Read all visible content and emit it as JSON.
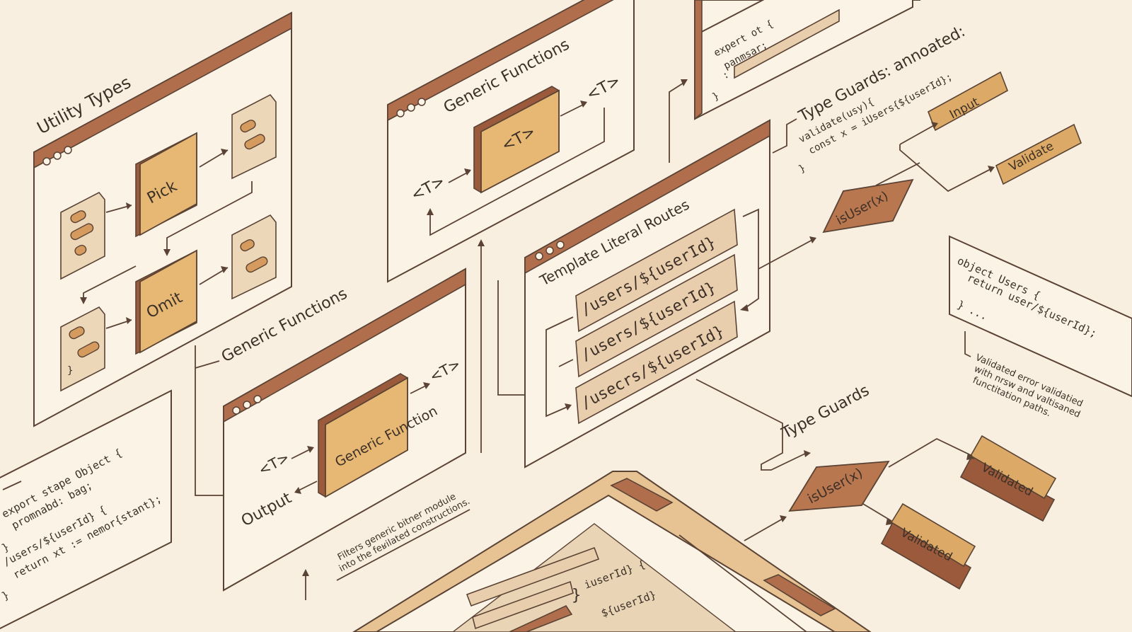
{
  "panels": {
    "utility_types": {
      "title": "Utility Types",
      "pick": "Pick",
      "omit": "Omit",
      "brace": "}"
    },
    "generic_functions_top": {
      "title": "Generic Functions",
      "t_box": "<T>",
      "t_in": "<T>",
      "t_out": "<T>"
    },
    "generic_functions_mid": {
      "label": "Generic Functions",
      "box": "Generic Function",
      "t_in": "<T>",
      "t_out": "<T>",
      "output": "Output",
      "caption_1": "Filters generic bitner module",
      "caption_2": "into the feʁilated constructions."
    },
    "top_code": {
      "line1": "expert ot {",
      "line2": "panmsar;",
      "line3": ":",
      "line4": "}"
    },
    "template_routes": {
      "title": "Template Literal Routes",
      "routes": [
        "/users/${userId}",
        "/users/${userId}",
        "/usecrs/${userId}"
      ]
    },
    "type_guards_annotated": {
      "title": "Type Guards: annoated:",
      "code1": "validate(usy){",
      "code2": "const x = iUsers{${userId};",
      "code3": "}",
      "input": "Input",
      "validate": "Validate",
      "isuser": "isUser(x)"
    },
    "object_users": {
      "code1": "object Users {",
      "code2": "return user/${userId};",
      "code3": "} ...",
      "caption_1": "Validated error validatied",
      "caption_2": "with nrsw and valtisaned",
      "caption_3": "functitation paths."
    },
    "left_code": {
      "line1": "export stape Object {",
      "line2": "promnabd: bag;",
      "line3": "/users/${userId} {",
      "line4": "}",
      "line5": "return xt := nemor{stant};",
      "line6": "}"
    },
    "type_guards_bottom": {
      "title": "Type Guards",
      "isuser": "isUser(x)",
      "validated_1": "Validated",
      "validated_2": "Validated"
    },
    "bottom_window": {
      "code1": "iuserId} {",
      "code2": "${userId}"
    }
  }
}
